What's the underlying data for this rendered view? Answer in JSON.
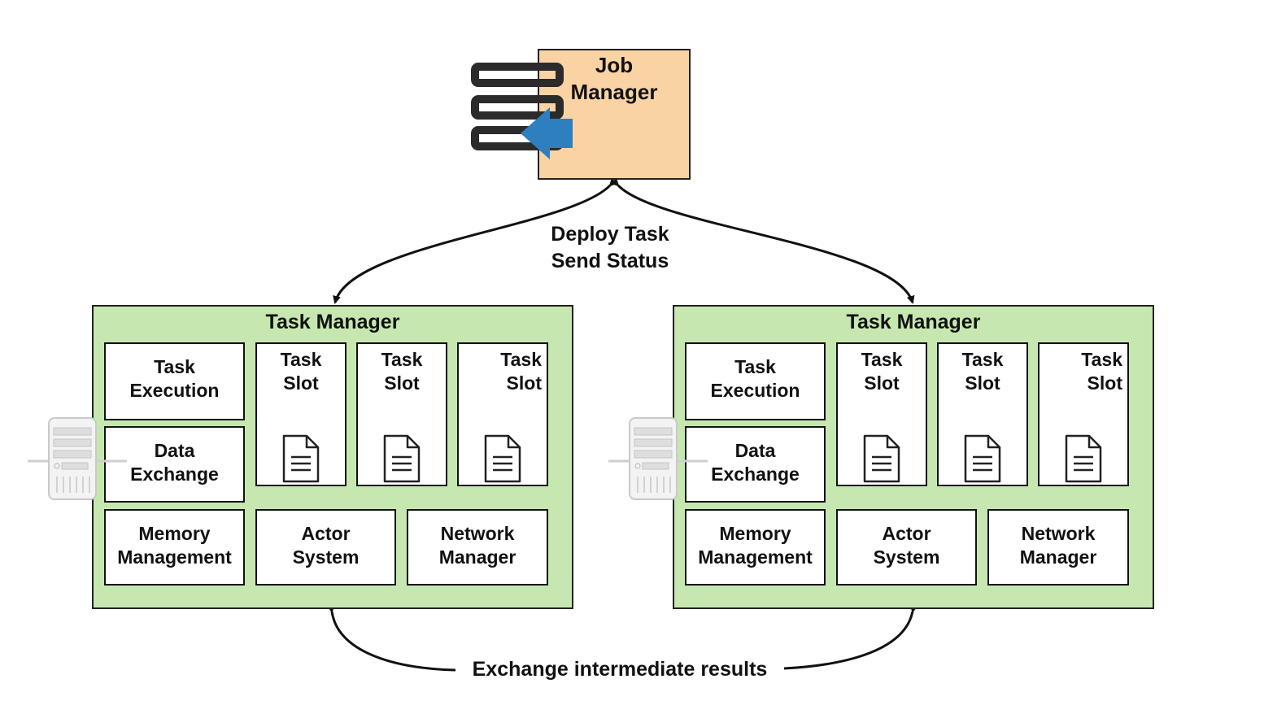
{
  "job_manager": {
    "label": "Job\nManager",
    "fill_color": "#f9d3a4",
    "icon": "server-stack-icon"
  },
  "top_edge_label": "Deploy Task\nSend Status",
  "bottom_edge_label": "Exchange intermediate results",
  "task_managers": [
    {
      "title": "Task Manager",
      "task_execution": "Task\nExecution",
      "data_exchange": "Data\nExchange",
      "slots": [
        "Task\nSlot",
        "Task\nSlot",
        "Task\nSlot"
      ],
      "memory_management": "Memory\nManagement",
      "actor_system": "Actor\nSystem",
      "network_manager": "Network\nManager"
    },
    {
      "title": "Task Manager",
      "task_execution": "Task\nExecution",
      "data_exchange": "Data\nExchange",
      "slots": [
        "Task\nSlot",
        "Task\nSlot",
        "Task\nSlot"
      ],
      "memory_management": "Memory\nManagement",
      "actor_system": "Actor\nSystem",
      "network_manager": "Network\nManager"
    }
  ],
  "colors": {
    "task_manager_fill": "#c6e8b0",
    "arrow_blue": "#2e7fc0",
    "border": "#111111"
  }
}
